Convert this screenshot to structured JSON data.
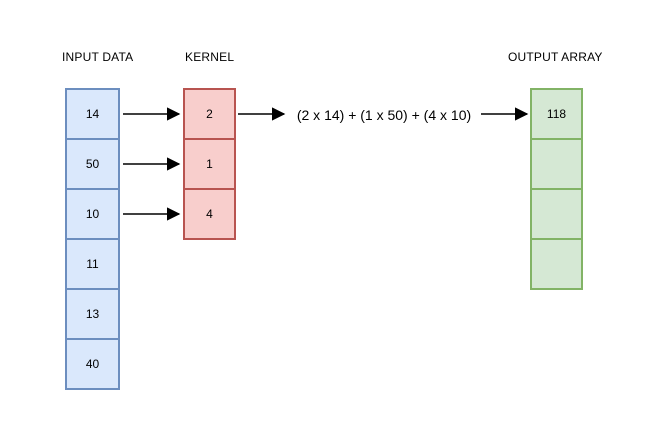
{
  "columns": {
    "input": {
      "label": "INPUT DATA",
      "values": [
        "14",
        "50",
        "10",
        "11",
        "13",
        "40"
      ],
      "fill": "#dae8fc",
      "stroke": "#6c8ebf"
    },
    "kernel": {
      "label": "KERNEL",
      "values": [
        "2",
        "1",
        "4"
      ],
      "fill": "#f8cecc",
      "stroke": "#b85450"
    },
    "output": {
      "label": "OUTPUT ARRAY",
      "values": [
        "118",
        "",
        "",
        ""
      ],
      "fill": "#d5e8d4",
      "stroke": "#82b366"
    }
  },
  "formula": {
    "text": "(2 x 14) + (1 x 50) + (4 x 10)"
  },
  "arrows": {
    "color": "#000000",
    "connections": [
      {
        "from": "input-cell-14",
        "to": "kernel-cell-2"
      },
      {
        "from": "input-cell-50",
        "to": "kernel-cell-1"
      },
      {
        "from": "input-cell-10",
        "to": "kernel-cell-4"
      },
      {
        "from": "kernel-cell-2",
        "to": "formula"
      },
      {
        "from": "formula",
        "to": "output-cell-118"
      }
    ]
  }
}
